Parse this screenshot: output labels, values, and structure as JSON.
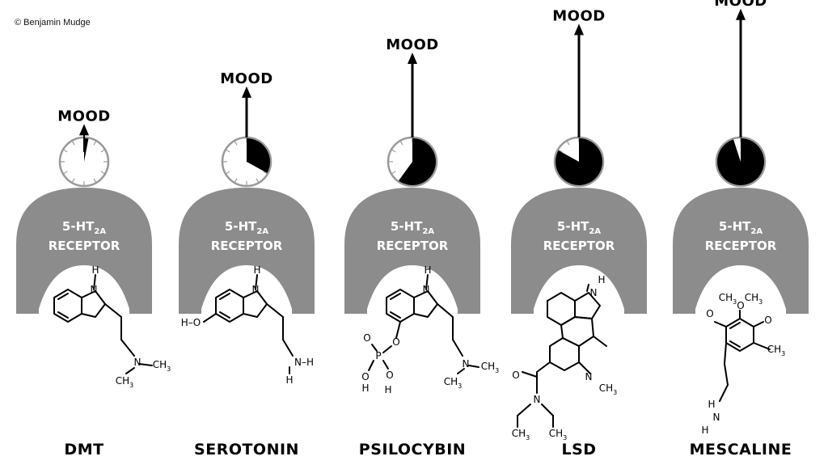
{
  "credit": "© Benjamin Mudge",
  "colors": {
    "receptor": "#8c8c8c",
    "dial_edge": "#999999",
    "fill": "#000000"
  },
  "receptor_text": {
    "prefix": "5-HT",
    "subscript": "2A",
    "line2": "RECEPTOR"
  },
  "mood_label": "MOOD",
  "compounds": [
    {
      "name": "DMT",
      "mood_level": 0.03
    },
    {
      "name": "SEROTONIN",
      "mood_level": 0.33
    },
    {
      "name": "PSILOCYBIN",
      "mood_level": 0.6
    },
    {
      "name": "LSD",
      "mood_level": 0.83
    },
    {
      "name": "MESCALINE",
      "mood_level": 0.95
    }
  ],
  "atoms": {
    "h": "H",
    "n": "N",
    "o": "O",
    "p": "P",
    "ch3": "CH",
    "three": "3",
    "ho": "H–O",
    "nh": "N–H"
  }
}
